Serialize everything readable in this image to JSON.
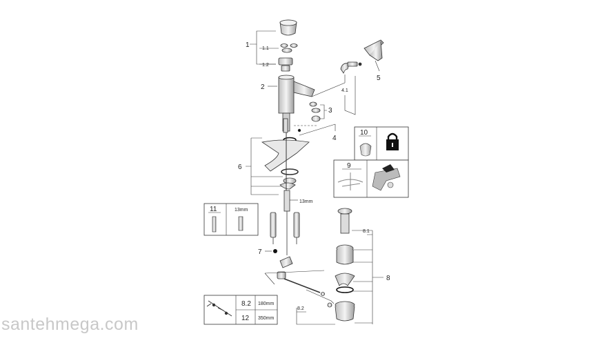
{
  "labels": {
    "l1": "1",
    "l11": "1.1",
    "l12": "1.2",
    "l2": "2",
    "l3": "3",
    "l4": "4",
    "l41": "4.1",
    "l5": "5",
    "l6": "6",
    "l7": "7",
    "l8": "8",
    "l81": "8.1",
    "l82": "8.2"
  },
  "dim_13mm_a": "13mm",
  "box_11": {
    "num": "11",
    "size": "13mm"
  },
  "box_10": {
    "num": "10"
  },
  "box_9": {
    "num": "9"
  },
  "box_bottom": {
    "row1": {
      "num": "8.2",
      "size": "180mm"
    },
    "row2": {
      "num": "12",
      "size": "350mm"
    }
  },
  "watermark": "santehmega.com",
  "colors": {
    "line": "#333333",
    "part": "#e6e6e6",
    "dark": "#111111",
    "watermark": "#c8c8c8"
  },
  "icons": [
    "lock-icon"
  ]
}
